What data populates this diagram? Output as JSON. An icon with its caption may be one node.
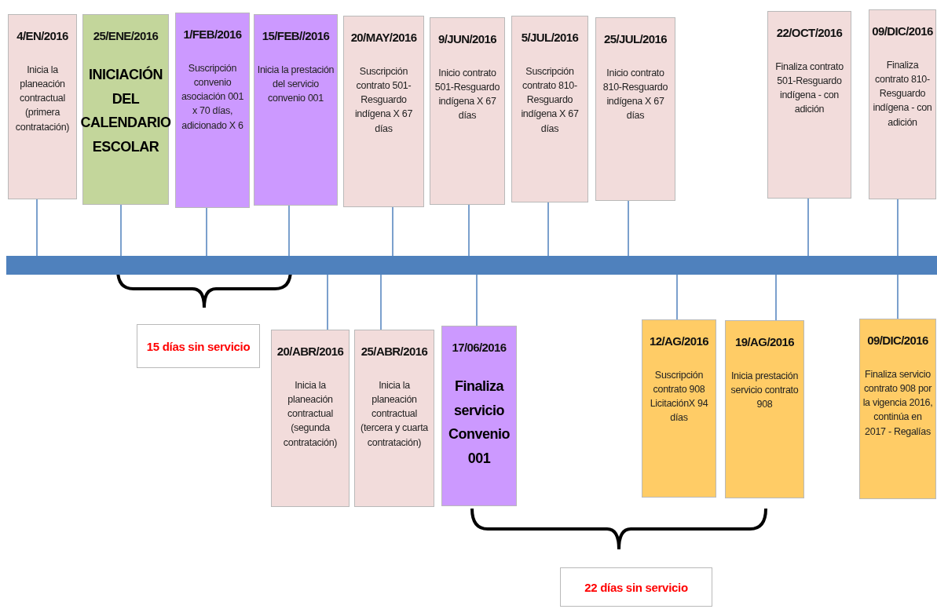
{
  "diagram": {
    "nodes": [
      {
        "text": [
          "4/EN/2016",
          "Inicia la planeación contractual (primera contratación)"
        ]
      },
      {
        "text": [
          "25/ENE/2016",
          "INICIACIÓN DEL CALENDARIO ESCOLAR"
        ]
      },
      {
        "text": [
          "1/FEB/2016",
          "Suscripción convenio asociación 001 x 70 días, adicionado X 6"
        ]
      },
      {
        "text": [
          "15/FEB//2016",
          "Inicia la prestación del servicio convenio 001"
        ]
      },
      {
        "text": [
          "20/MAY/2016",
          "Suscripción contrato 501-Resguardo indígena X 67 días"
        ]
      },
      {
        "text": [
          "9/JUN/2016",
          "Inicio contrato 501-Resguardo indígena X 67 días"
        ]
      },
      {
        "text": [
          "5/JUL/2016",
          "Suscripción contrato 810-Resguardo indígena X 67 días"
        ]
      },
      {
        "text": [
          "25/JUL/2016",
          "Inicio contrato 810-Resguardo indígena X 67 días"
        ]
      },
      {
        "text": [
          "22/OCT/2016",
          "Finaliza contrato 501-Resguardo indígena - con adición"
        ]
      },
      {
        "text": [
          "09/DIC/2016",
          "Finaliza contrato 810-Resguardo indígena - con adición"
        ]
      },
      {
        "text": [],
        "shape": "bar"
      },
      {
        "text": [
          "15 días sin servicio"
        ]
      },
      {
        "text": [
          "20/ABR/2016",
          "Inicia la planeación contractual (segunda contratación)"
        ]
      },
      {
        "text": [
          "25/ABR/2016",
          "Inicia la planeación contractual (tercera y cuarta contratación)"
        ]
      },
      {
        "text": [
          "17/06/2016",
          "Finaliza servicio Convenio 001"
        ]
      },
      {
        "text": [
          "12/AG/2016",
          "Suscripción contrato 908 LicitaciónX 94 días"
        ]
      },
      {
        "text": [
          "19/AG/2016",
          "Inicia prestación servicio contrato 908"
        ]
      },
      {
        "text": [
          "09/DIC/2016",
          "Finaliza servicio contrato 908 por la vigencia 2016, continúa en 2017 - Regalías"
        ]
      },
      {
        "text": [
          "22 días sin servicio"
        ]
      }
    ],
    "edges": [
      {
        "from": 0,
        "to": 10,
        "arrow": "none"
      },
      {
        "from": 1,
        "to": 10,
        "arrow": "none"
      },
      {
        "from": 2,
        "to": 10,
        "arrow": "none"
      },
      {
        "from": 3,
        "to": 10,
        "arrow": "none"
      },
      {
        "from": 4,
        "to": 10,
        "arrow": "none"
      },
      {
        "from": 5,
        "to": 10,
        "arrow": "none"
      },
      {
        "from": 6,
        "to": 10,
        "arrow": "none"
      },
      {
        "from": 7,
        "to": 10,
        "arrow": "none"
      },
      {
        "from": 8,
        "to": 10,
        "arrow": "none"
      },
      {
        "from": 9,
        "to": 10,
        "arrow": "none"
      },
      {
        "from": 12,
        "to": 10,
        "arrow": "none"
      },
      {
        "from": 13,
        "to": 10,
        "arrow": "none"
      },
      {
        "from": 14,
        "to": 10,
        "arrow": "none"
      },
      {
        "from": 15,
        "to": 10,
        "arrow": "none"
      },
      {
        "from": 16,
        "to": 10,
        "arrow": "none"
      },
      {
        "from": 17,
        "to": 10,
        "arrow": "none"
      }
    ]
  }
}
